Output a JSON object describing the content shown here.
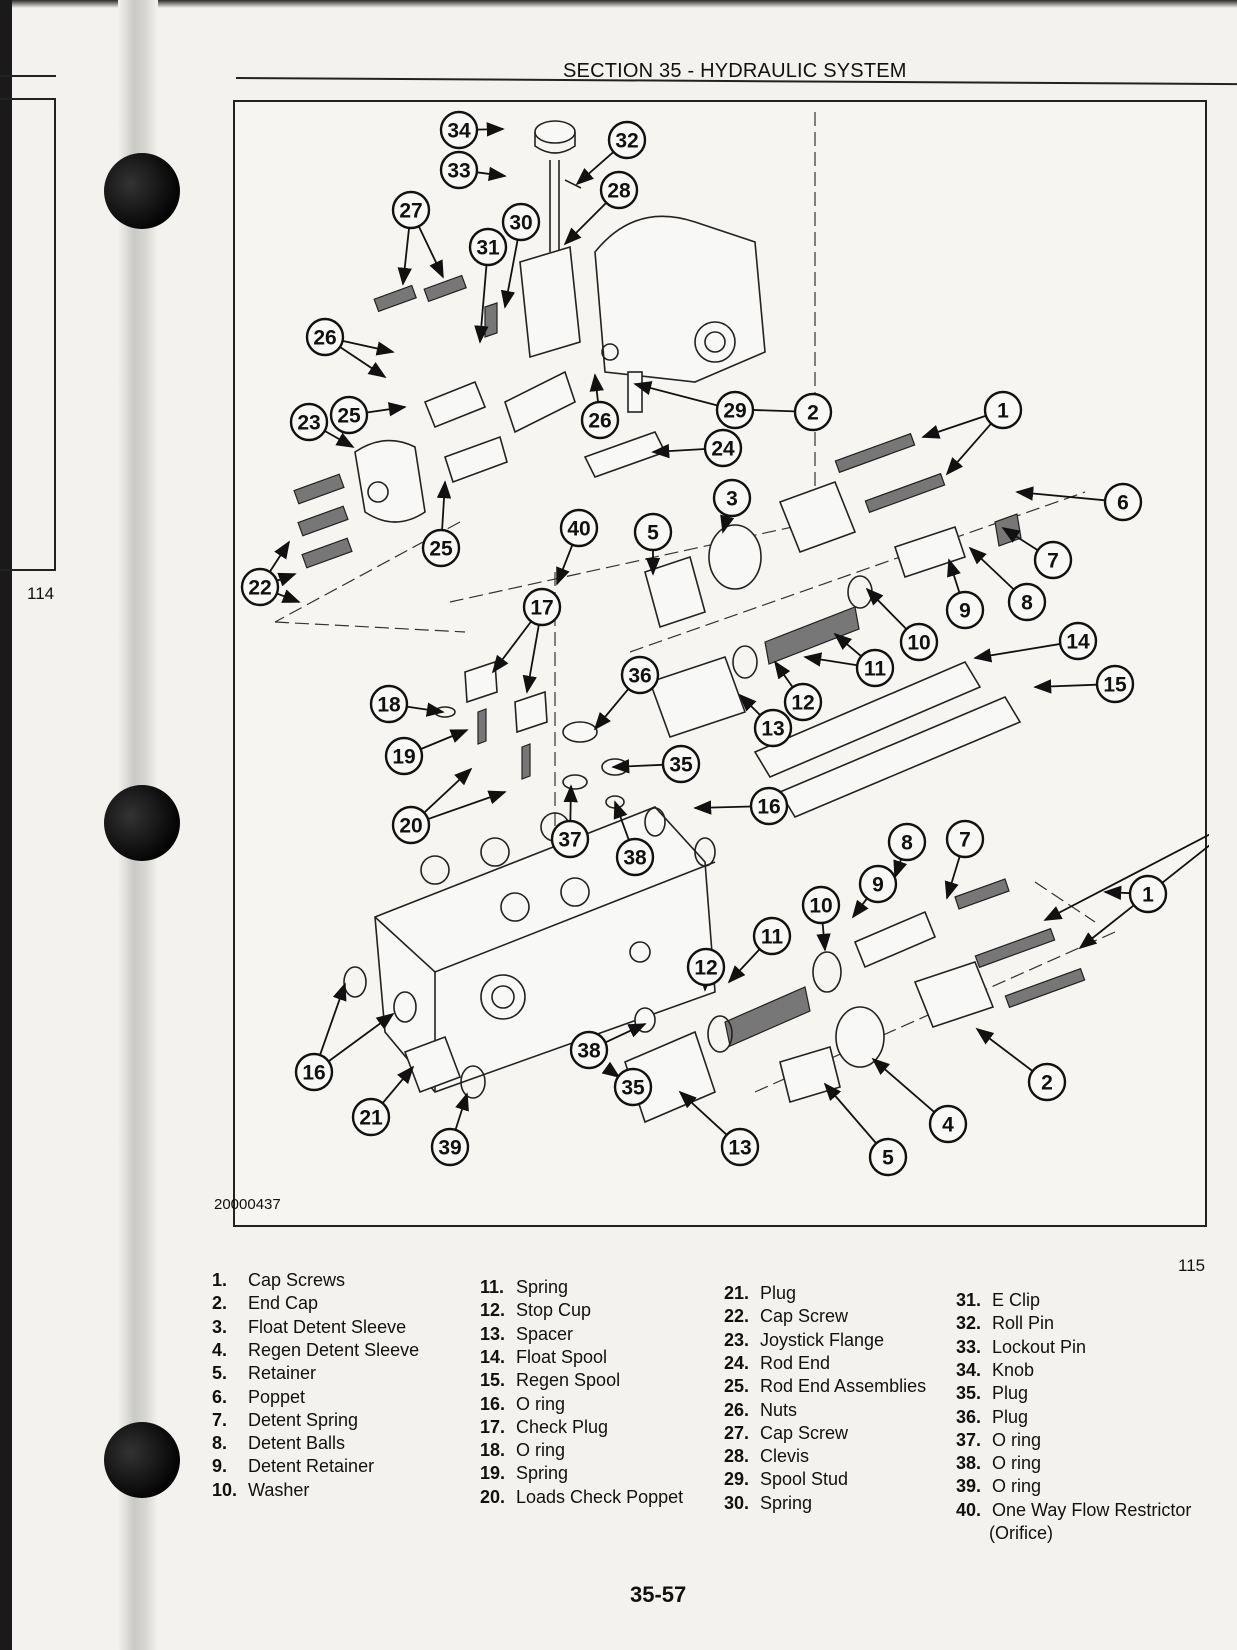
{
  "header": {
    "section_title": "SECTION 35 - HYDRAULIC SYSTEM"
  },
  "left_page": {
    "figure_number": "114"
  },
  "figure": {
    "id": "20000437",
    "number": "115",
    "callouts": [
      "34",
      "33",
      "32",
      "28",
      "27",
      "30",
      "31",
      "26",
      "23",
      "25",
      "26",
      "29",
      "2",
      "1",
      "24",
      "6",
      "3",
      "22",
      "25",
      "40",
      "5",
      "7",
      "8",
      "9",
      "10",
      "17",
      "36",
      "14",
      "11",
      "15",
      "18",
      "12",
      "13",
      "19",
      "35",
      "16",
      "20",
      "37",
      "38",
      "6",
      "8",
      "7",
      "9",
      "1",
      "10",
      "11",
      "12",
      "16",
      "38",
      "2",
      "35",
      "21",
      "39",
      "13",
      "4",
      "5"
    ]
  },
  "legend": [
    {
      "num": "1.",
      "label": "Cap Screws"
    },
    {
      "num": "2.",
      "label": "End Cap"
    },
    {
      "num": "3.",
      "label": "Float Detent Sleeve"
    },
    {
      "num": "4.",
      "label": "Regen Detent Sleeve"
    },
    {
      "num": "5.",
      "label": "Retainer"
    },
    {
      "num": "6.",
      "label": "Poppet"
    },
    {
      "num": "7.",
      "label": "Detent Spring"
    },
    {
      "num": "8.",
      "label": "Detent Balls"
    },
    {
      "num": "9.",
      "label": "Detent Retainer"
    },
    {
      "num": "10.",
      "label": "Washer"
    },
    {
      "num": "11.",
      "label": "Spring"
    },
    {
      "num": "12.",
      "label": "Stop Cup"
    },
    {
      "num": "13.",
      "label": "Spacer"
    },
    {
      "num": "14.",
      "label": "Float Spool"
    },
    {
      "num": "15.",
      "label": "Regen Spool"
    },
    {
      "num": "16.",
      "label": "O ring"
    },
    {
      "num": "17.",
      "label": "Check Plug"
    },
    {
      "num": "18.",
      "label": "O ring"
    },
    {
      "num": "19.",
      "label": "Spring"
    },
    {
      "num": "20.",
      "label": "Loads Check Poppet"
    },
    {
      "num": "21.",
      "label": "Plug"
    },
    {
      "num": "22.",
      "label": "Cap Screw"
    },
    {
      "num": "23.",
      "label": "Joystick Flange"
    },
    {
      "num": "24.",
      "label": "Rod End"
    },
    {
      "num": "25.",
      "label": "Rod End Assemblies"
    },
    {
      "num": "26.",
      "label": "Nuts"
    },
    {
      "num": "27.",
      "label": "Cap Screw"
    },
    {
      "num": "28.",
      "label": "Clevis"
    },
    {
      "num": "29.",
      "label": "Spool Stud"
    },
    {
      "num": "30.",
      "label": "Spring"
    },
    {
      "num": "31.",
      "label": "E Clip"
    },
    {
      "num": "32.",
      "label": "Roll Pin"
    },
    {
      "num": "33.",
      "label": "Lockout Pin"
    },
    {
      "num": "34.",
      "label": "Knob"
    },
    {
      "num": "35.",
      "label": "Plug"
    },
    {
      "num": "36.",
      "label": "Plug"
    },
    {
      "num": "37.",
      "label": "O ring"
    },
    {
      "num": "38.",
      "label": "O ring"
    },
    {
      "num": "39.",
      "label": "O ring"
    },
    {
      "num": "40.",
      "label": "One Way Flow Restrictor"
    }
  ],
  "legend_extra": "(Orifice)",
  "footer": {
    "page_number": "35-57"
  }
}
